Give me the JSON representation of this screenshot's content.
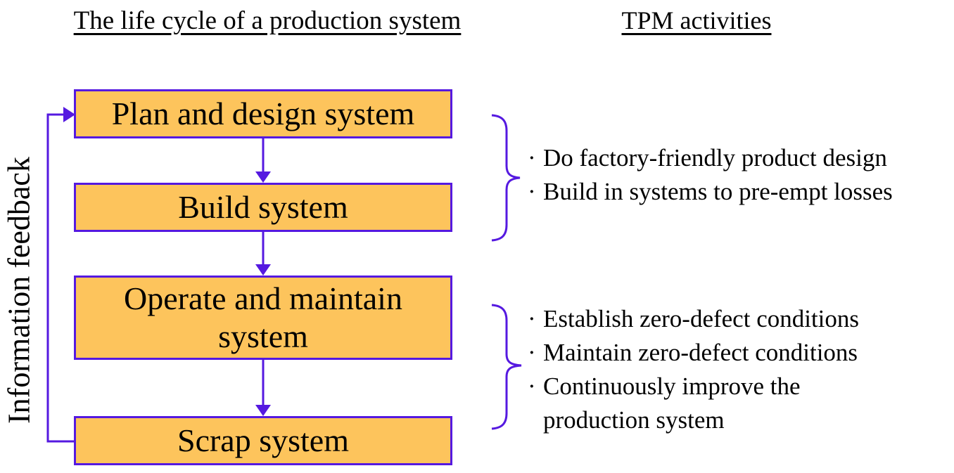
{
  "colors": {
    "box_fill": "#FDC45C",
    "line": "#5519E0",
    "text": "#000000",
    "background": "#FFFFFF"
  },
  "headers": {
    "left": "The life cycle of a production system",
    "right": "TPM activities"
  },
  "side_label": "Information feedback",
  "flow_boxes": [
    {
      "label": "Plan and design system"
    },
    {
      "label": "Build system"
    },
    {
      "label": "Operate and maintain system"
    },
    {
      "label": "Scrap system"
    }
  ],
  "bullet_char": "·",
  "tpm_groups": [
    {
      "items": [
        "Do factory-friendly product design",
        "Build in systems to pre-empt losses"
      ]
    },
    {
      "items": [
        "Establish zero-defect conditions",
        "Maintain zero-defect conditions",
        "Continuously improve the production system"
      ]
    }
  ]
}
